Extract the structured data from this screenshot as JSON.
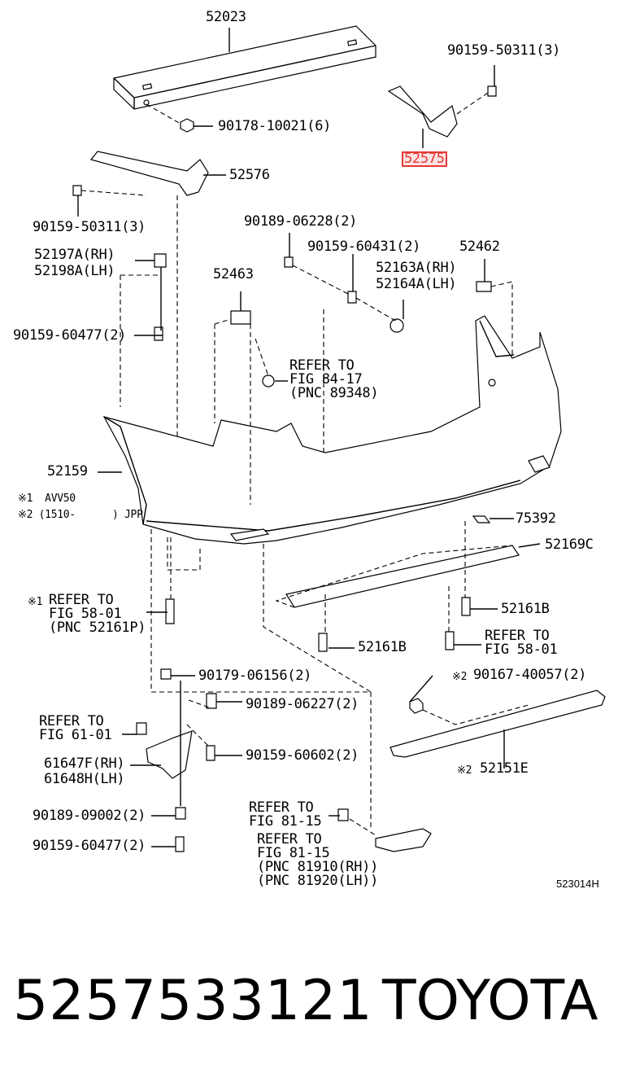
{
  "labels": {
    "p52023": "52023",
    "p90178": "90178-10021(6)",
    "p90159_50311_top": "90159-50311(3)",
    "p52575": "52575",
    "p52576": "52576",
    "p90159_50311_left": "90159-50311(3)",
    "p90189_06228": "90189-06228(2)",
    "p90159_60431": "90159-60431(2)",
    "p52462": "52462",
    "p52197a": "52197A(RH)",
    "p52198a": "52198A(LH)",
    "p52163a": "52163A(RH)",
    "p52164a": "52164A(LH)",
    "p52463": "52463",
    "p90159_60477_a": "90159-60477(2)",
    "refer_84_line1": "REFER TO",
    "refer_84_line2": "FIG 84-17",
    "refer_84_line3": "(PNC 89348)",
    "p52159": "52159",
    "note1": "※1  AVV50",
    "note2": "※2 (1510-      ) JPP",
    "p75392": "75392",
    "p52169c": "52169C",
    "refer_58a_mark": "※1",
    "refer_58a_line1": "REFER TO",
    "refer_58a_line2": "FIG 58-01",
    "refer_58a_line3": "(PNC 52161P)",
    "p52161b_right": "52161B",
    "p52161b_mid": "52161B",
    "refer_58b_line1": "REFER TO",
    "refer_58b_line2": "FIG 58-01",
    "p90179": "90179-06156(2)",
    "p90167_mark": "※2",
    "p90167": "90167-40057(2)",
    "p90189_06227": "90189-06227(2)",
    "refer_61_line1": "REFER TO",
    "refer_61_line2": "FIG 61-01",
    "p90159_60602": "90159-60602(2)",
    "p61647f": "61647F(RH)",
    "p61648h": "61648H(LH)",
    "p52151e_mark": "※2",
    "p52151e": "52151E",
    "p90189_09002": "90189-09002(2)",
    "refer_81a_line1": "REFER TO",
    "refer_81a_line2": "FIG 81-15",
    "p90159_60477_b": "90159-60477(2)",
    "refer_81b_line1": "REFER TO",
    "refer_81b_line2": "FIG 81-15",
    "refer_81b_line3": "(PNC 81910(RH))",
    "refer_81b_line4": "(PNC 81920(LH))"
  },
  "diagram_ref": "523014H",
  "footer": {
    "part_number": "5257533121",
    "brand": "TOYOTA"
  },
  "highlight_color": "#e53935"
}
